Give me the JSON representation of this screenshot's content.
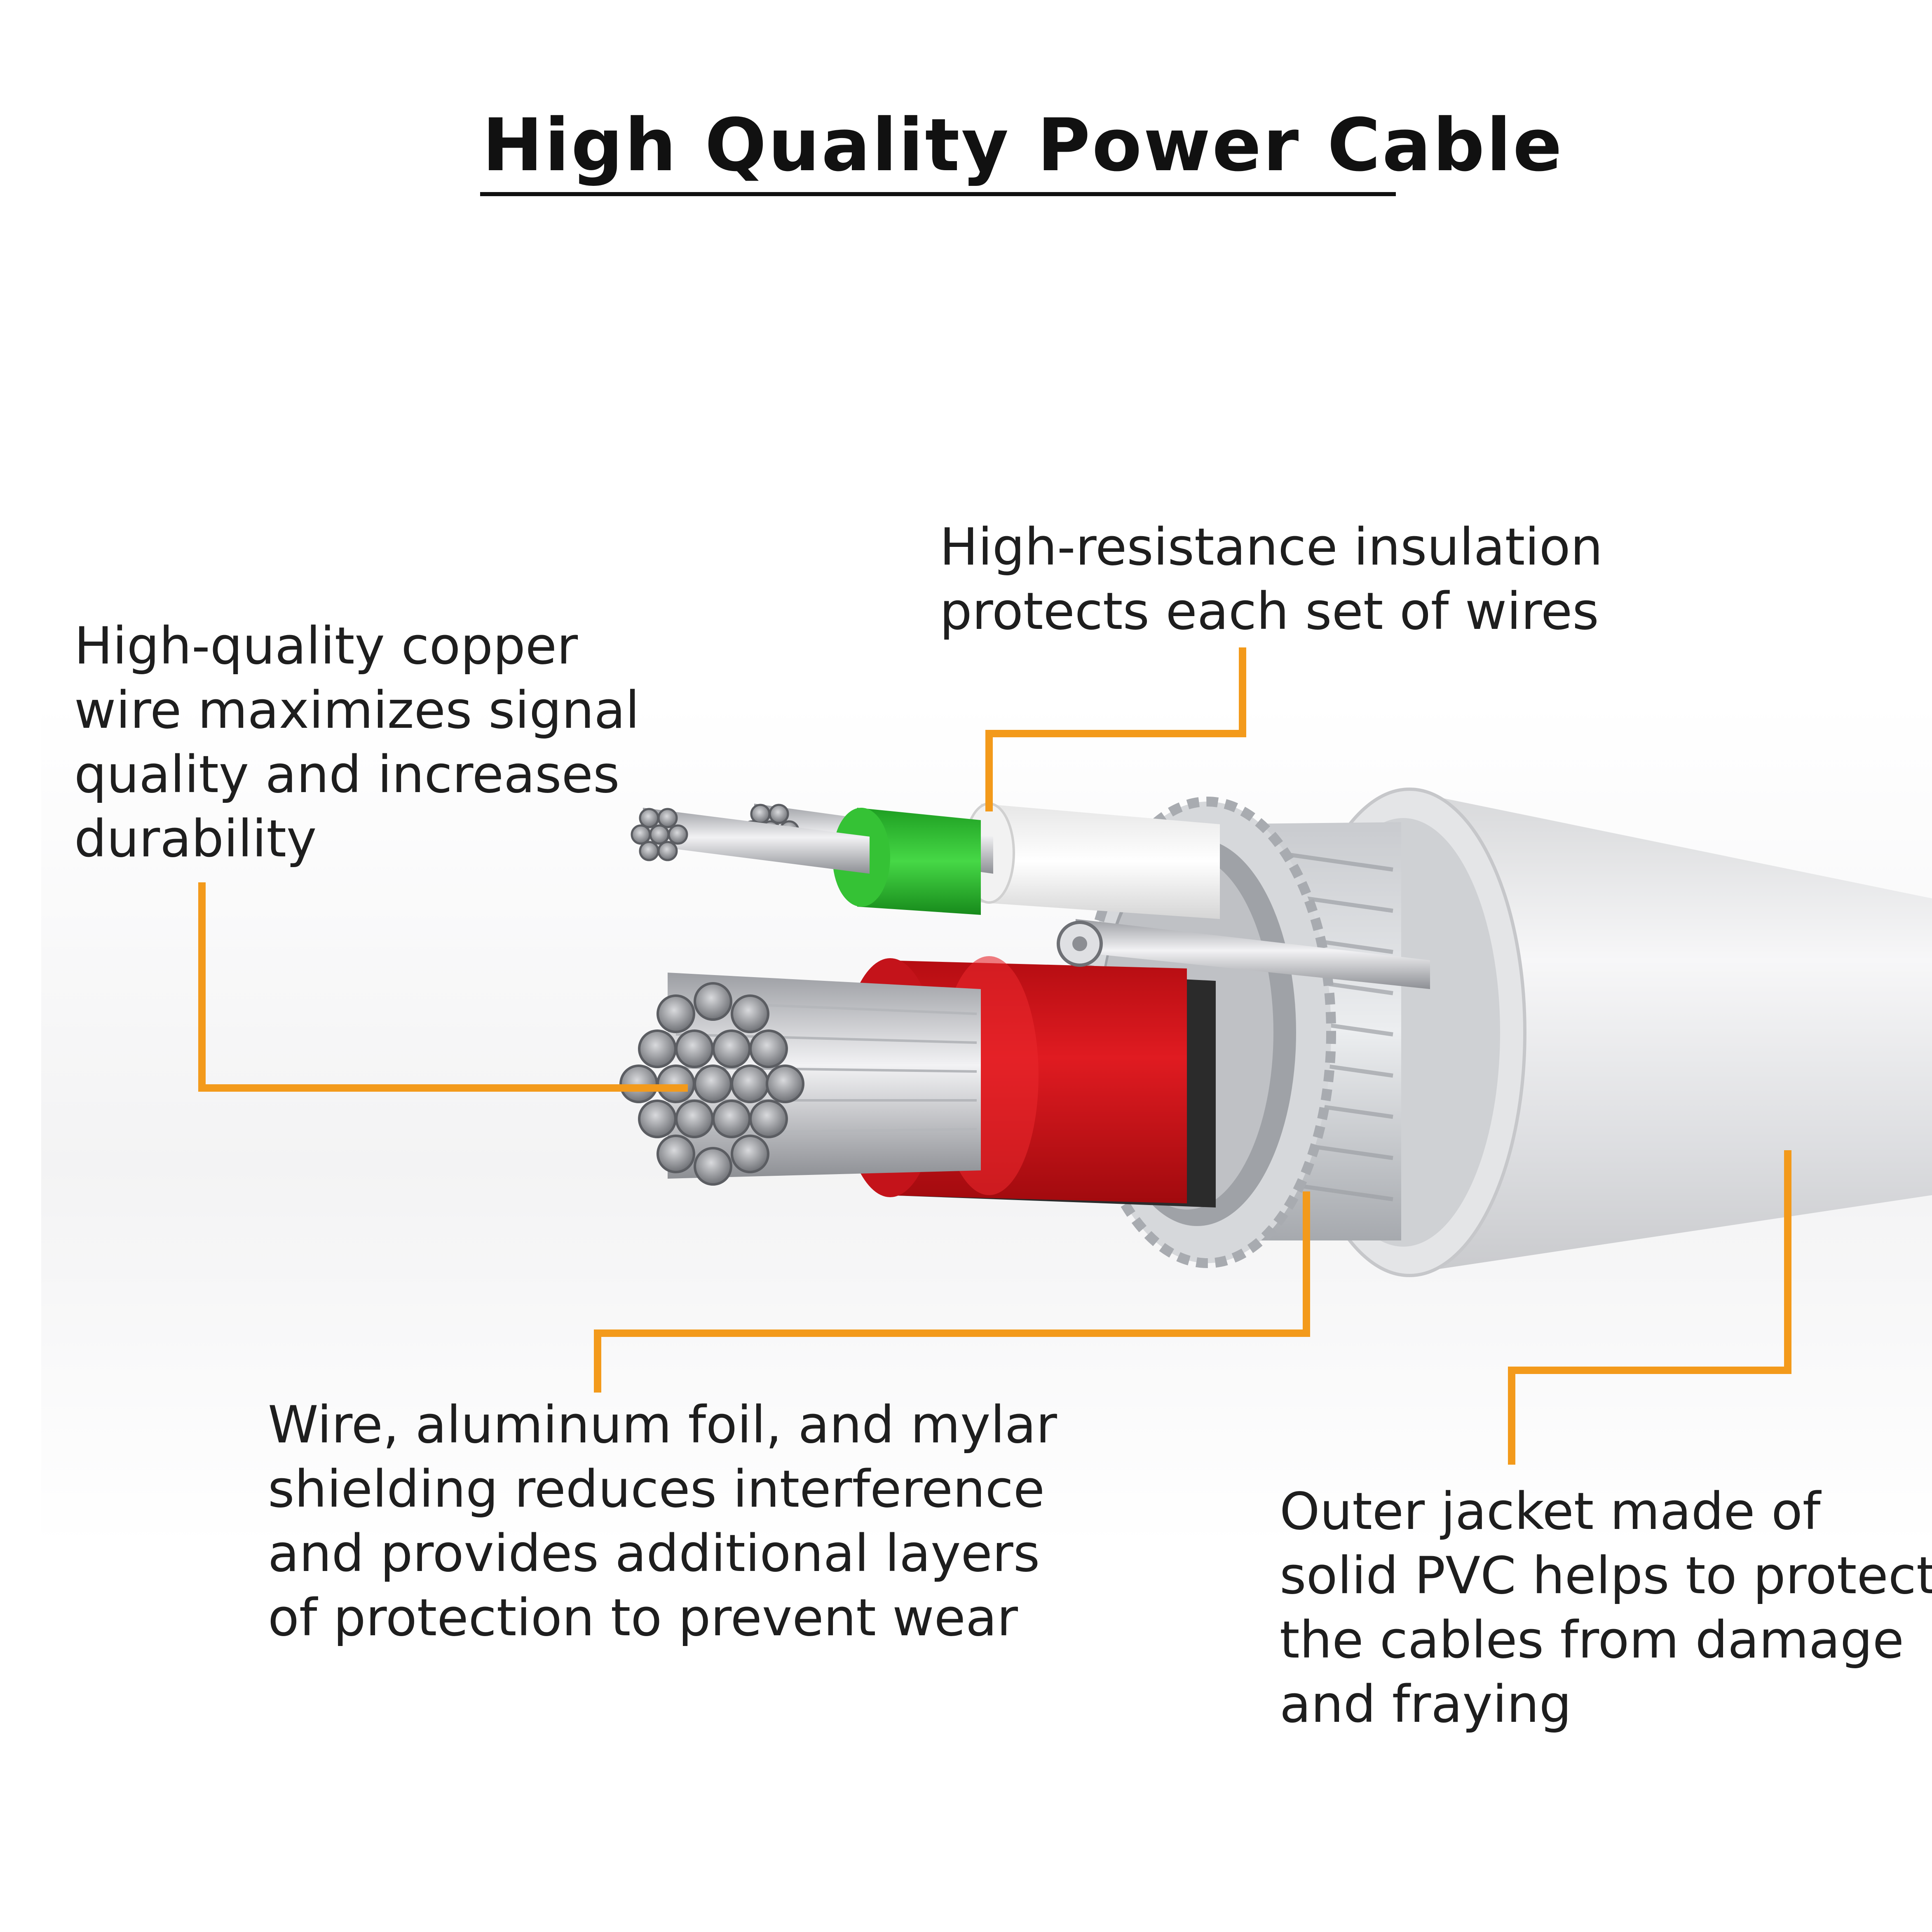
{
  "title": "High Quality Power Cable",
  "accent_color": "#f39a1b",
  "callouts": {
    "copper": [
      "High-quality copper",
      "wire maximizes signal",
      "quality and increases",
      "durability"
    ],
    "insulation": [
      "High-resistance insulation",
      "protects each set of wires"
    ],
    "shielding": [
      "Wire, aluminum foil, and mylar",
      "shielding reduces interference",
      "and provides additional layers",
      "of protection to prevent wear"
    ],
    "jacket": [
      "Outer jacket made of",
      "solid PVC helps to protect",
      "the cables from damage",
      "and fraying"
    ]
  },
  "colors": {
    "jacket": "#e9e9ea",
    "braid": "#b9bcc1",
    "red_insulation": "#d3161c",
    "white_insulation": "#f4f4f4",
    "green_insulation": "#2fbe2f",
    "copper_strand": "#c8c8cc"
  }
}
